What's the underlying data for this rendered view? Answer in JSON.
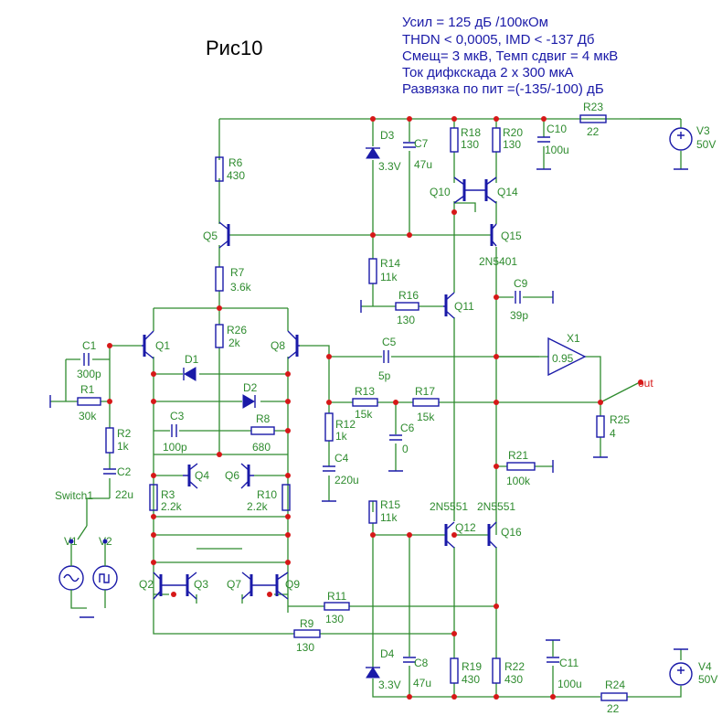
{
  "title": "Рис10",
  "notes": [
    "Усил = 125 дБ /100кОм",
    "THDN < 0,0005, IMD < -137 Дб",
    "Смещ= 3 мкВ, Темп сдвиг = 4 мкВ",
    "Ток дифкскада 2 x 300 мкА",
    "Развязка по пит =(-135/-100) дБ"
  ],
  "resistors": [
    {
      "id": "R1",
      "name": "R1",
      "value": "30k"
    },
    {
      "id": "R2",
      "name": "R2",
      "value": "1k"
    },
    {
      "id": "R3",
      "name": "R3",
      "value": "2.2k"
    },
    {
      "id": "R6",
      "name": "R6",
      "value": "430"
    },
    {
      "id": "R7",
      "name": "R7",
      "value": "3.6k"
    },
    {
      "id": "R8",
      "name": "R8",
      "value": "680"
    },
    {
      "id": "R9",
      "name": "R9",
      "value": "130"
    },
    {
      "id": "R10",
      "name": "R10",
      "value": "2.2k"
    },
    {
      "id": "R11",
      "name": "R11",
      "value": "130"
    },
    {
      "id": "R12",
      "name": "R12",
      "value": "1k"
    },
    {
      "id": "R13",
      "name": "R13",
      "value": "15k"
    },
    {
      "id": "R14",
      "name": "R14",
      "value": "11k"
    },
    {
      "id": "R15",
      "name": "R15",
      "value": "11k"
    },
    {
      "id": "R16",
      "name": "R16",
      "value": "130"
    },
    {
      "id": "R17",
      "name": "R17",
      "value": "15k"
    },
    {
      "id": "R18",
      "name": "R18",
      "value": "130"
    },
    {
      "id": "R19",
      "name": "R19",
      "value": "430"
    },
    {
      "id": "R20",
      "name": "R20",
      "value": "130"
    },
    {
      "id": "R21",
      "name": "R21",
      "value": "100k"
    },
    {
      "id": "R22",
      "name": "R22",
      "value": "430"
    },
    {
      "id": "R23",
      "name": "R23",
      "value": "22"
    },
    {
      "id": "R24",
      "name": "R24",
      "value": "22"
    },
    {
      "id": "R25",
      "name": "R25",
      "value": "4"
    },
    {
      "id": "R26",
      "name": "R26",
      "value": "2k"
    }
  ],
  "capacitors": [
    {
      "id": "C1",
      "name": "C1",
      "value": "300p"
    },
    {
      "id": "C2",
      "name": "C2",
      "value": "22u"
    },
    {
      "id": "C3",
      "name": "C3",
      "value": "100p"
    },
    {
      "id": "C4",
      "name": "C4",
      "value": "220u"
    },
    {
      "id": "C5",
      "name": "C5",
      "value": "5p"
    },
    {
      "id": "C6",
      "name": "C6",
      "value": "0"
    },
    {
      "id": "C7",
      "name": "C7",
      "value": "47u"
    },
    {
      "id": "C8",
      "name": "C8",
      "value": "47u"
    },
    {
      "id": "C9",
      "name": "C9",
      "value": "39p"
    },
    {
      "id": "C10",
      "name": "C10",
      "value": "100u"
    },
    {
      "id": "C11",
      "name": "C11",
      "value": "100u"
    }
  ],
  "diodes": [
    {
      "id": "D1",
      "name": "D1",
      "value": ""
    },
    {
      "id": "D2",
      "name": "D2",
      "value": ""
    },
    {
      "id": "D3",
      "name": "D3",
      "value": "3.3V"
    },
    {
      "id": "D4",
      "name": "D4",
      "value": "3.3V"
    }
  ],
  "transistors": [
    {
      "id": "Q1",
      "name": "Q1",
      "part": ""
    },
    {
      "id": "Q2",
      "name": "Q2",
      "part": ""
    },
    {
      "id": "Q3",
      "name": "Q3",
      "part": ""
    },
    {
      "id": "Q4",
      "name": "Q4",
      "part": ""
    },
    {
      "id": "Q5",
      "name": "Q5",
      "part": ""
    },
    {
      "id": "Q6",
      "name": "Q6",
      "part": ""
    },
    {
      "id": "Q7",
      "name": "Q7",
      "part": ""
    },
    {
      "id": "Q8",
      "name": "Q8",
      "part": ""
    },
    {
      "id": "Q9",
      "name": "Q9",
      "part": ""
    },
    {
      "id": "Q10",
      "name": "Q10",
      "part": ""
    },
    {
      "id": "Q11",
      "name": "Q11",
      "part": ""
    },
    {
      "id": "Q12",
      "name": "Q12",
      "part": "2N5551"
    },
    {
      "id": "Q14",
      "name": "Q14",
      "part": ""
    },
    {
      "id": "Q15",
      "name": "Q15",
      "part": "2N5401"
    },
    {
      "id": "Q16",
      "name": "Q16",
      "part": "2N5551"
    }
  ],
  "sources": [
    {
      "id": "V1",
      "name": "V1",
      "value": ""
    },
    {
      "id": "V2",
      "name": "V2",
      "value": ""
    },
    {
      "id": "V3",
      "name": "V3",
      "value": "50V"
    },
    {
      "id": "V4",
      "name": "V4",
      "value": "50V"
    }
  ],
  "buffer": {
    "name": "X1",
    "gain": "0.95"
  },
  "switch": {
    "name": "Switch1"
  },
  "output_label": "out"
}
